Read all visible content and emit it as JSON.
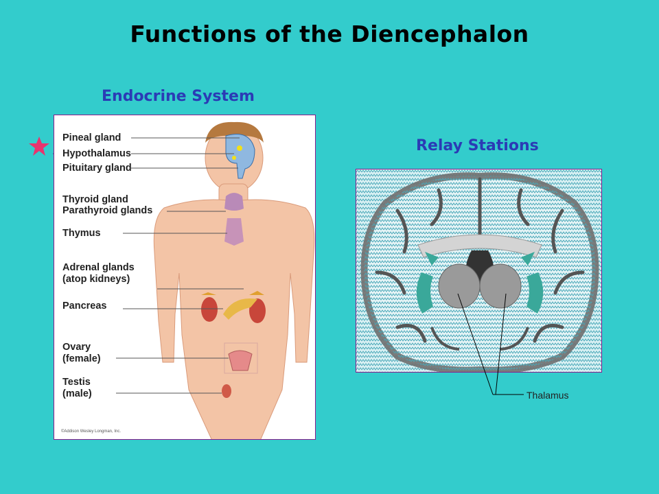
{
  "title": "Functions of the Diencephalon",
  "endocrine": {
    "heading": "Endocrine System",
    "labels": {
      "pineal": "Pineal gland",
      "hypothalamus": "Hypothalamus",
      "pituitary": "Pituitary gland",
      "thyroid": "Thyroid gland",
      "parathyroid": "Parathyroid glands",
      "thymus": "Thymus",
      "adrenal1": "Adrenal glands",
      "adrenal2": "(atop kidneys)",
      "pancreas": "Pancreas",
      "ovary1": "Ovary",
      "ovary2": "(female)",
      "testis1": "Testis",
      "testis2": "(male)"
    },
    "copyright": "©Addison Wesley Longman, Inc."
  },
  "relay": {
    "heading": "Relay Stations",
    "thalamus_label": "Thalamus"
  },
  "colors": {
    "background": "#33cccc",
    "heading": "#2b3bb5",
    "star": "#e8336e",
    "bracket": "#3a3a8c"
  }
}
